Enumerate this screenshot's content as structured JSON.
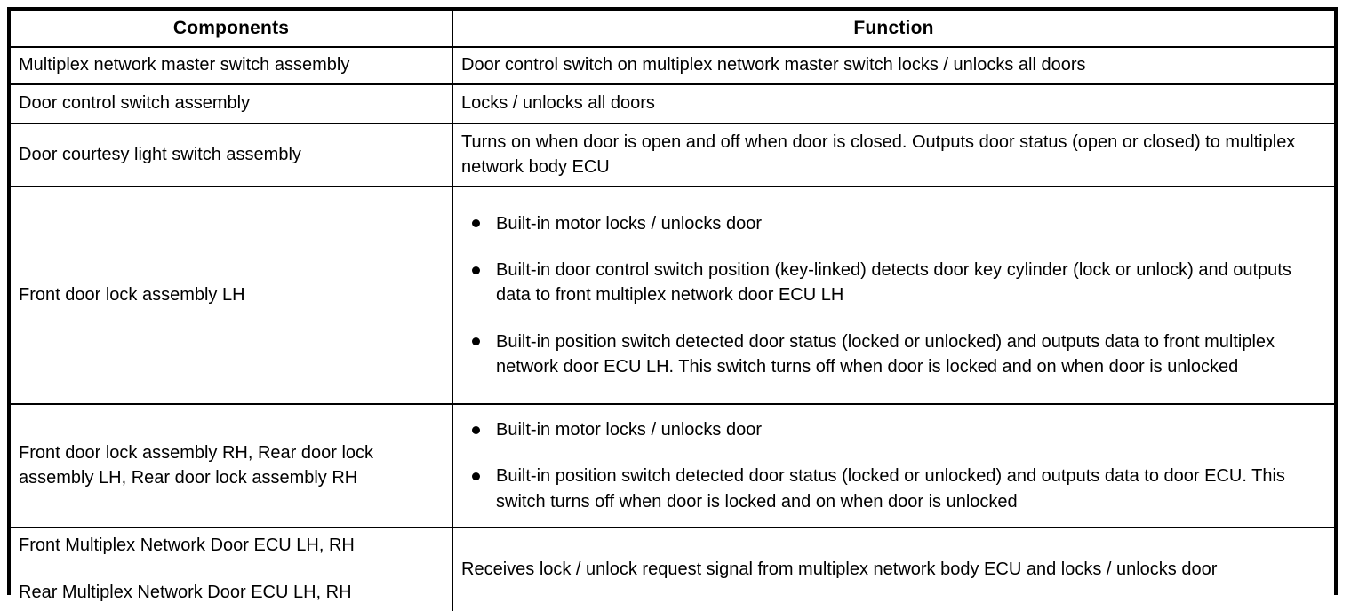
{
  "table": {
    "headers": {
      "components": "Components",
      "function": "Function"
    },
    "rows": [
      {
        "component": "Multiplex network master switch assembly",
        "function_text": "Door control switch on multiplex network master switch locks / unlocks all doors"
      },
      {
        "component": "Door control switch assembly",
        "function_text": "Locks / unlocks all doors"
      },
      {
        "component": "Door courtesy light switch assembly",
        "function_text": "Turns on when door is open and off when door is closed. Outputs door status (open or closed) to multiplex network body ECU"
      },
      {
        "component": "Front door lock assembly LH",
        "function_bullets": [
          "Built-in motor locks / unlocks door",
          "Built-in door control switch position (key-linked) detects door key cylinder (lock or unlock) and outputs data to front multiplex network door ECU LH",
          "Built-in position switch detected door status (locked or unlocked) and outputs data to front multiplex network door ECU LH. This switch turns off when door is locked and on when door is unlocked"
        ]
      },
      {
        "component": "Front door lock assembly RH, Rear door lock assembly LH, Rear door lock assembly RH",
        "function_bullets": [
          "Built-in motor locks / unlocks door",
          "Built-in position switch detected door status (locked or unlocked) and outputs data to door ECU. This switch turns off when door is locked and on when door is unlocked"
        ]
      },
      {
        "component_lines": [
          "Front Multiplex Network Door ECU LH, RH",
          "Rear Multiplex Network Door ECU LH, RH"
        ],
        "function_text": "Receives lock / unlock request signal from multiplex network body ECU and locks / unlocks door"
      }
    ]
  },
  "colors": {
    "border": "#000000",
    "background": "#ffffff",
    "text": "#000000"
  }
}
